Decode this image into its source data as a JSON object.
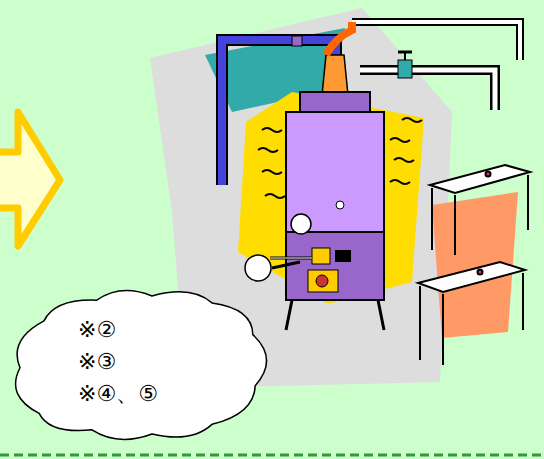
{
  "diagram": {
    "nodes": [
      {
        "text": [
          "※②",
          "※③",
          "※④、⑤"
        ]
      }
    ]
  }
}
